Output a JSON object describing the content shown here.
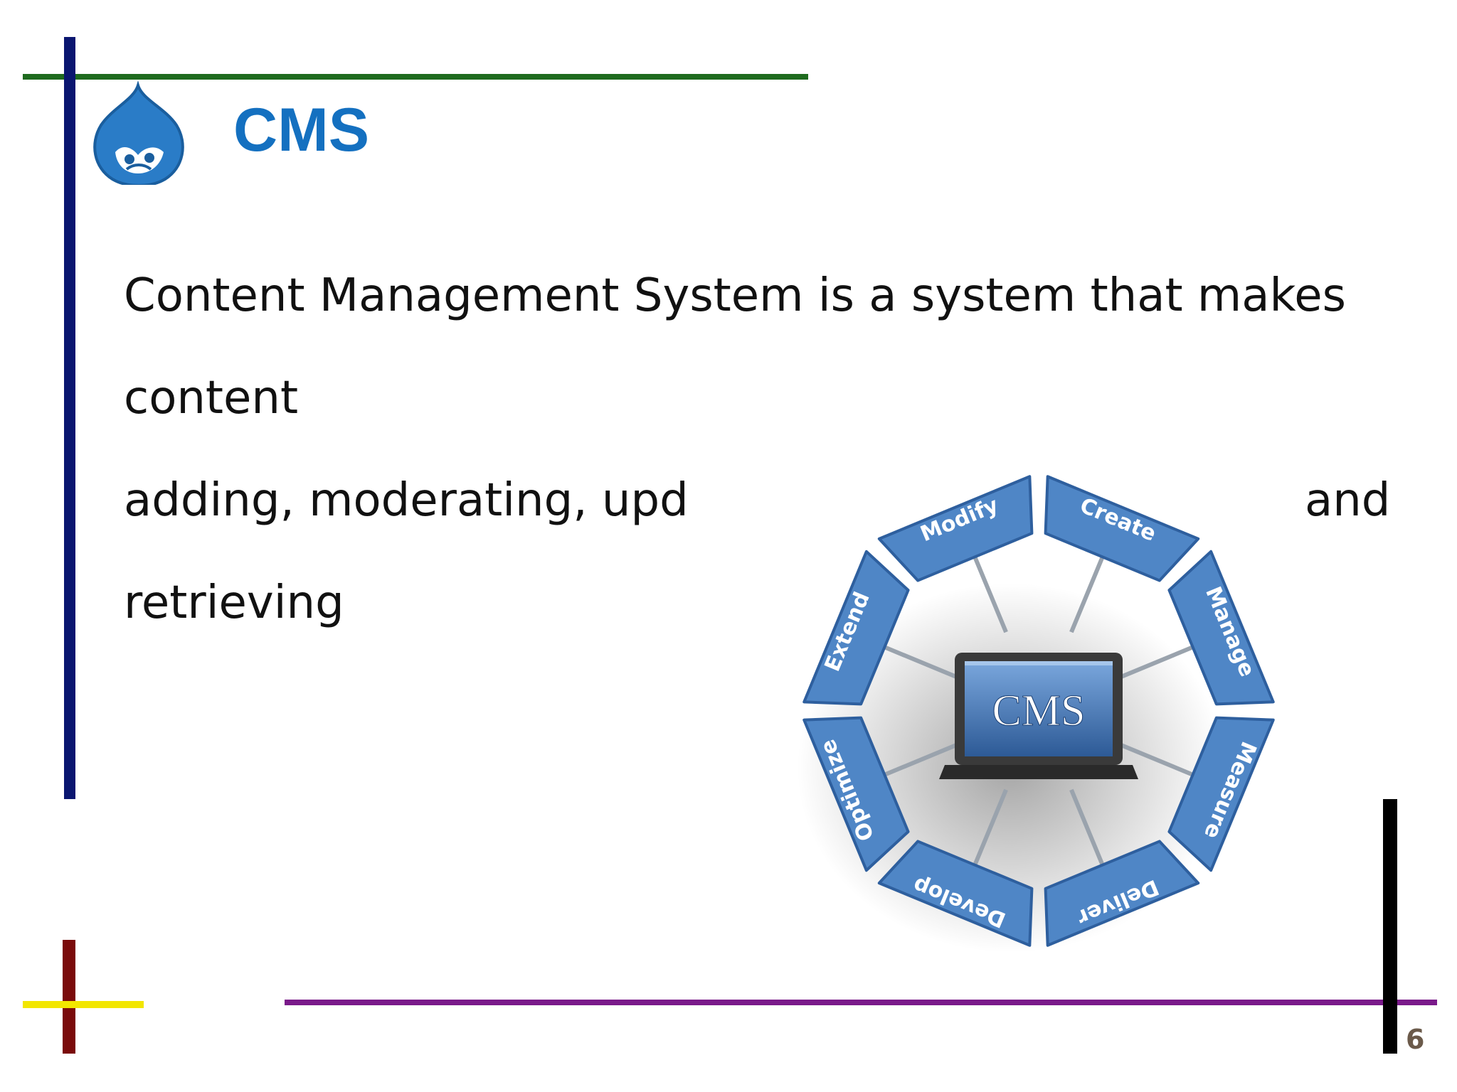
{
  "slide": {
    "title": "CMS",
    "body_lines": [
      "Content Management System is a system that makes",
      "content",
      "adding, moderating, upd",
      "and",
      "retrieving"
    ],
    "page_number": "6"
  },
  "diagram": {
    "center_label": "CMS",
    "segments": [
      "Modify",
      "Create",
      "Manage",
      "Measure",
      "Deliver",
      "Develop",
      "Optimize",
      "Extend"
    ]
  },
  "colors": {
    "title": "#1470c0",
    "segment_fill": "#4f86c6",
    "segment_edge": "#2e5f9e",
    "left_bar": "#0a1670",
    "top_line": "#1f6b1f",
    "bottom_line": "#7a1a8a",
    "right_bar": "#000000",
    "corner_vertical": "#7a0a0a",
    "corner_horizontal": "#f2e600"
  }
}
